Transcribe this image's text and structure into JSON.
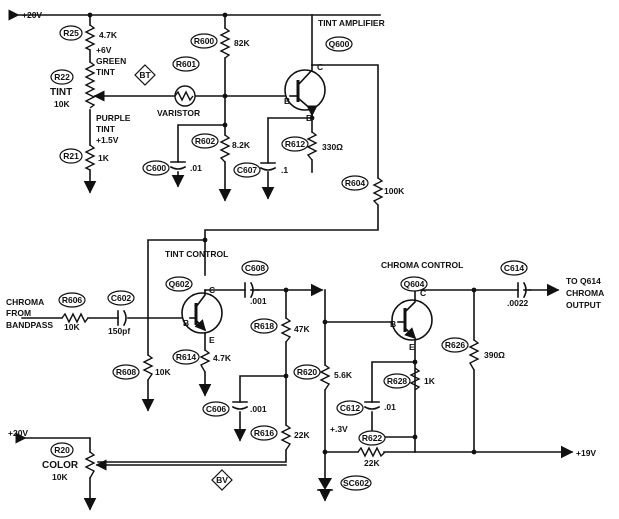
{
  "title": "TINT AMPLIFIER",
  "supplies": {
    "left_top": "+20V",
    "left_bottom": "+20V",
    "right": "+19V"
  },
  "components": {
    "R25": {
      "ref": "R25",
      "value": "4.7K"
    },
    "R22": {
      "ref": "R22",
      "name": "TINT",
      "value": "10K"
    },
    "R21": {
      "ref": "R21",
      "value": "1K"
    },
    "R600": {
      "ref": "R600",
      "value": "82K"
    },
    "R601": {
      "ref": "R601",
      "name": "VARISTOR"
    },
    "R602": {
      "ref": "R602",
      "value": "8.2K"
    },
    "R612": {
      "ref": "R612",
      "value": "330Ω"
    },
    "C600": {
      "ref": "C600",
      "value": ".01"
    },
    "C607": {
      "ref": "C607",
      "value": ".1"
    },
    "R604": {
      "ref": "R604",
      "value": "100K"
    },
    "Q600": {
      "ref": "Q600"
    },
    "Q602": {
      "ref": "Q602",
      "name": "TINT CONTROL"
    },
    "C608": {
      "ref": "C608",
      "value": ".001"
    },
    "R606": {
      "ref": "R606",
      "value": "10K"
    },
    "C602": {
      "ref": "C602",
      "value": "150pf"
    },
    "R608": {
      "ref": "R608",
      "value": "10K"
    },
    "R614": {
      "ref": "R614",
      "value": "4.7K"
    },
    "R618": {
      "ref": "R618",
      "value": "47K"
    },
    "C606": {
      "ref": "C606",
      "value": ".001"
    },
    "R616": {
      "ref": "R616",
      "value": "22K"
    },
    "R620": {
      "ref": "R620",
      "value": "5.6K"
    },
    "Q604": {
      "ref": "Q604",
      "name": "CHROMA CONTROL"
    },
    "R628": {
      "ref": "R628",
      "value": "1K"
    },
    "C612": {
      "ref": "C612",
      "value": ".01"
    },
    "R622": {
      "ref": "R622",
      "value": "22K"
    },
    "SC602": {
      "ref": "SC602"
    },
    "C614": {
      "ref": "C614",
      "value": ".0022"
    },
    "R626": {
      "ref": "R626",
      "value": "390Ω"
    },
    "R20": {
      "ref": "R20",
      "name": "COLOR",
      "value": "10K"
    }
  },
  "labels": {
    "green_tint_v": "+6V",
    "green_tint_1": "GREEN",
    "green_tint_2": "TINT",
    "purple_tint_1": "PURPLE",
    "purple_tint_2": "TINT",
    "purple_tint_v": "+1.5V",
    "plus3v": "+.3V",
    "input_1": "CHROMA",
    "input_2": "FROM",
    "input_3": "BANDPASS",
    "output_1": "TO Q614",
    "output_2": "CHROMA",
    "output_3": "OUTPUT",
    "tag_bt": "BT",
    "tag_bv": "BV",
    "pin_b": "B",
    "pin_c": "C",
    "pin_e": "E"
  }
}
